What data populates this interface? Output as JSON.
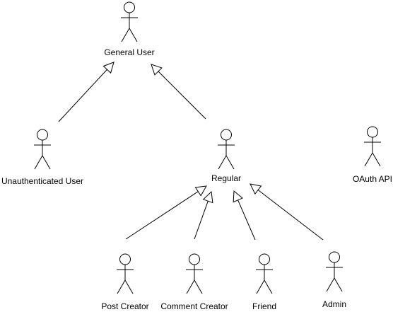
{
  "diagram": {
    "type": "use-case-actors",
    "actors": [
      {
        "id": "general_user",
        "label": "General User"
      },
      {
        "id": "unauthenticated_user",
        "label": "Unauthenticated User"
      },
      {
        "id": "regular",
        "label": "Regular"
      },
      {
        "id": "oauth_api",
        "label": "OAuth API"
      },
      {
        "id": "post_creator",
        "label": "Post Creator"
      },
      {
        "id": "comment_creator",
        "label": "Comment Creator"
      },
      {
        "id": "friend",
        "label": "Friend"
      },
      {
        "id": "admin",
        "label": "Admin"
      }
    ],
    "generalizations": [
      {
        "from": "unauthenticated_user",
        "to": "general_user"
      },
      {
        "from": "regular",
        "to": "general_user"
      },
      {
        "from": "post_creator",
        "to": "regular"
      },
      {
        "from": "comment_creator",
        "to": "regular"
      },
      {
        "from": "friend",
        "to": "regular"
      },
      {
        "from": "admin",
        "to": "regular"
      }
    ]
  }
}
